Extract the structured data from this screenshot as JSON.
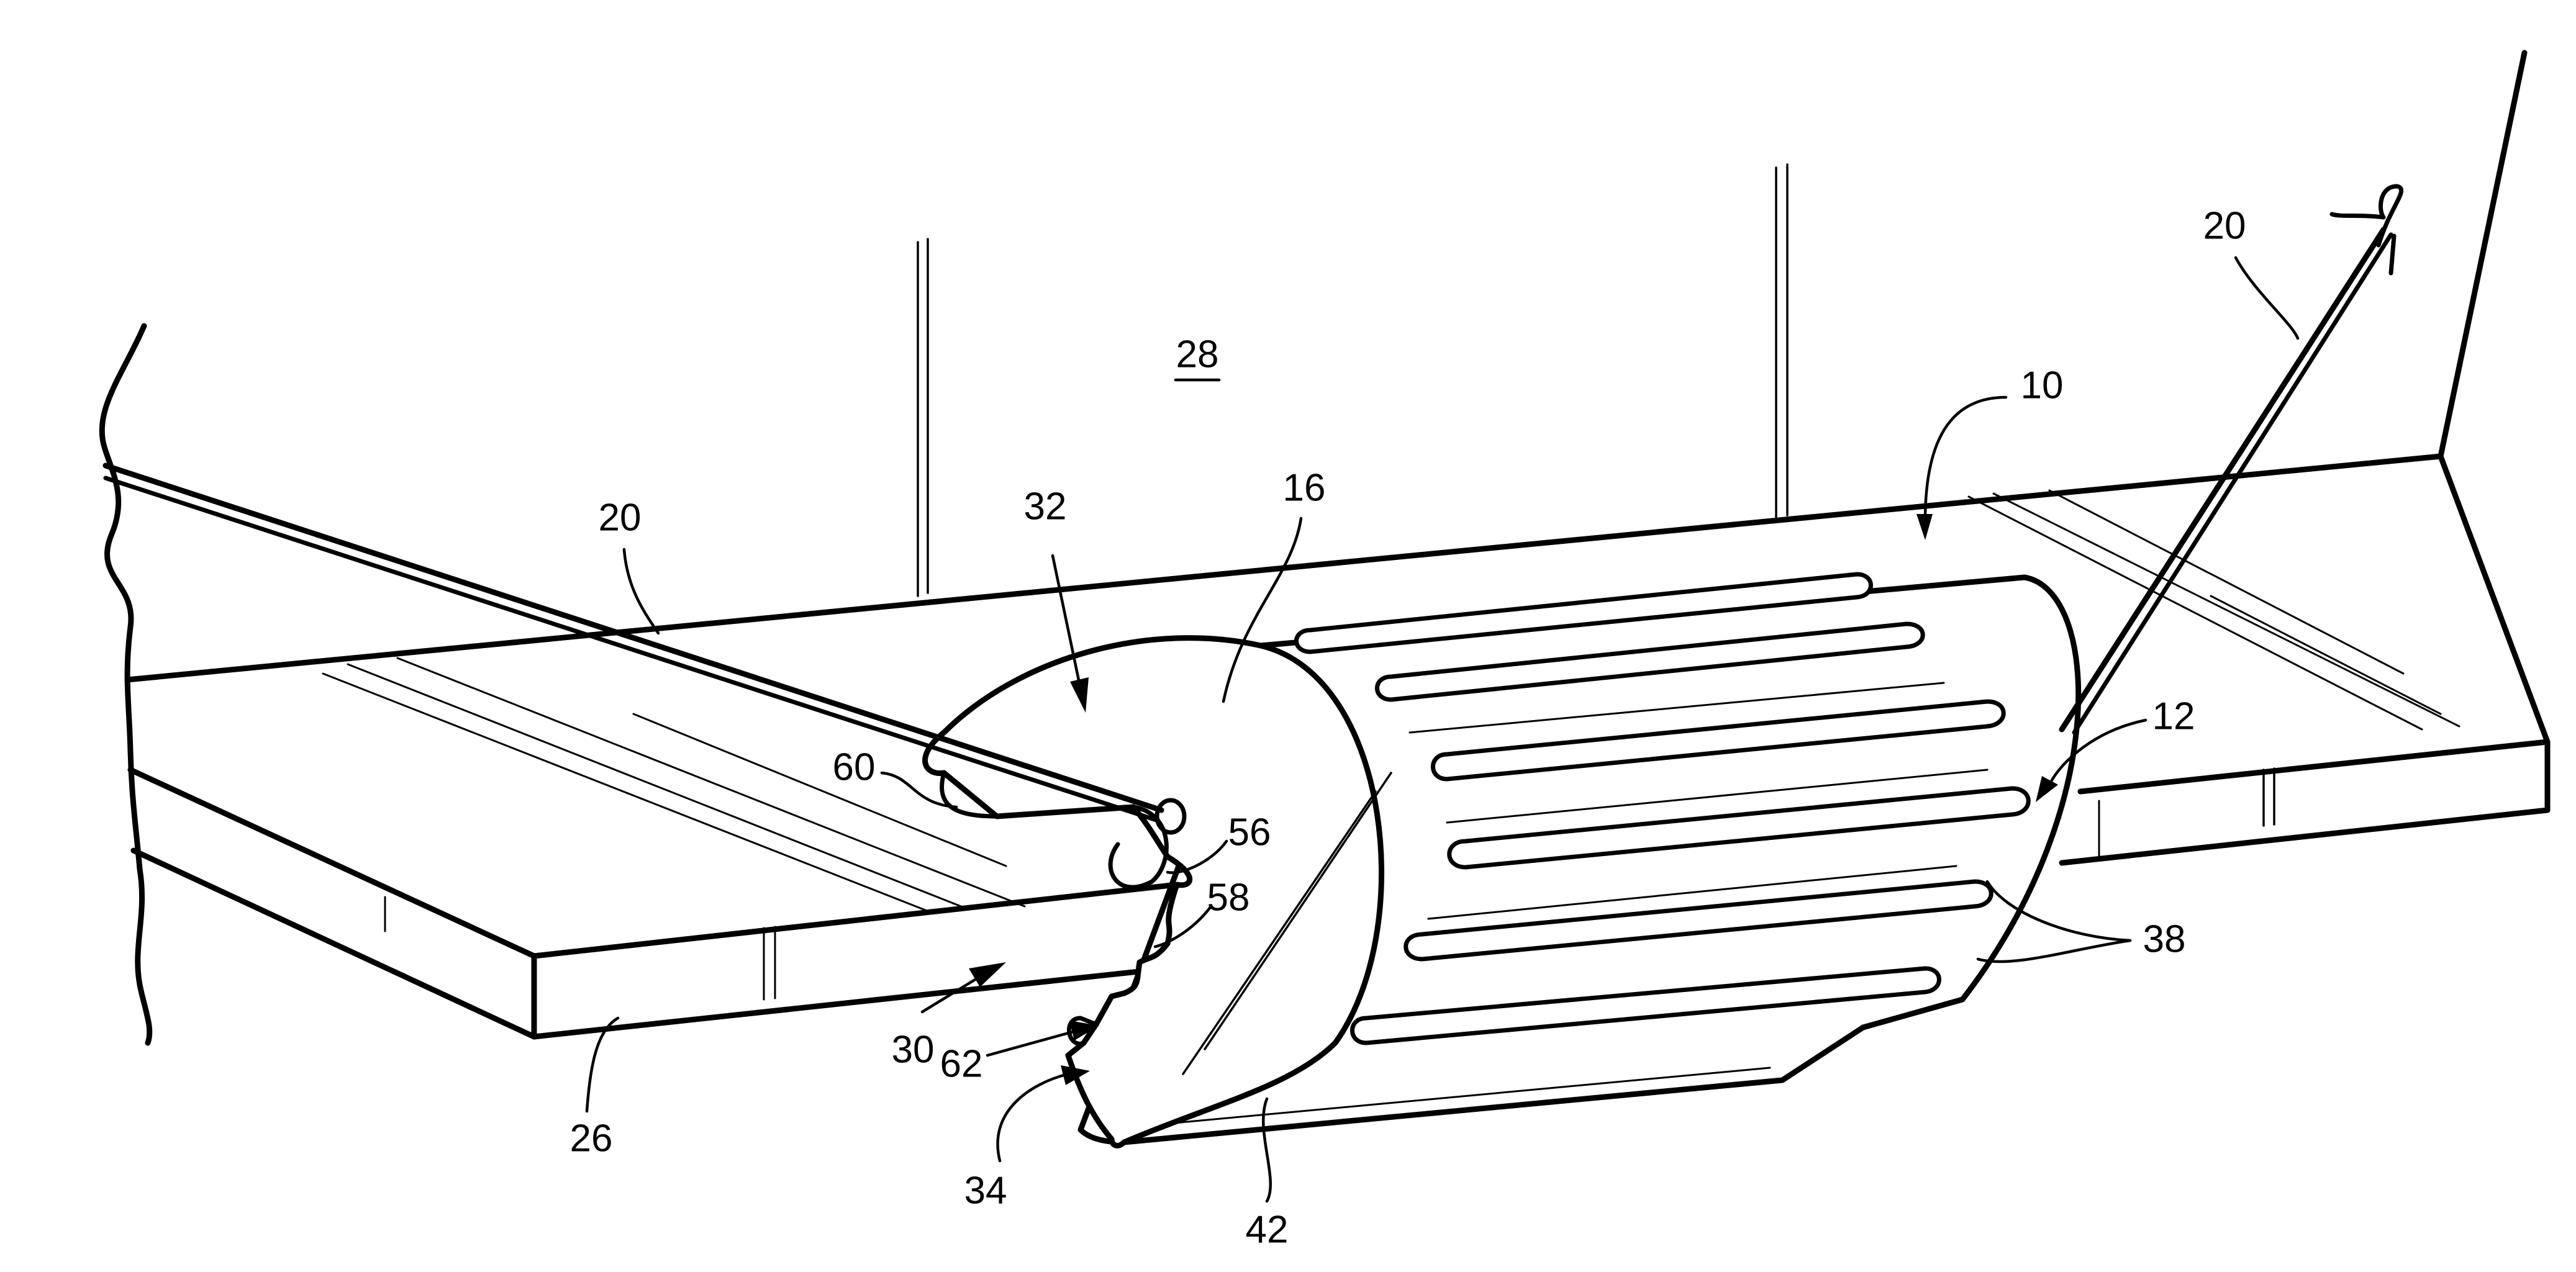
{
  "labels": {
    "ref_28": "28",
    "ref_20_left": "20",
    "ref_20_right": "20",
    "ref_10": "10",
    "ref_32": "32",
    "ref_16": "16",
    "ref_12": "12",
    "ref_60": "60",
    "ref_56": "56",
    "ref_58": "58",
    "ref_38": "38",
    "ref_30": "30",
    "ref_62": "62",
    "ref_26": "26",
    "ref_34": "34",
    "ref_42": "42"
  },
  "colors": {
    "ink": "#000000",
    "paper": "#ffffff"
  }
}
